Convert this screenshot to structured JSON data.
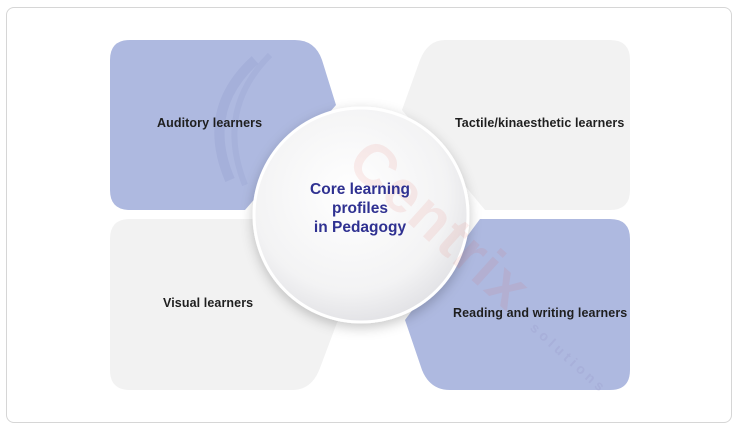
{
  "diagram": {
    "center": {
      "lines": [
        "Core learning",
        "profiles",
        "in Pedagogy"
      ]
    },
    "quadrants": [
      {
        "label": "Auditory learners"
      },
      {
        "label": "Tactile/kinaesthetic learners"
      },
      {
        "label": "Visual learners"
      },
      {
        "label": "Reading and writing learners"
      }
    ],
    "watermark": {
      "brand": "Centrix",
      "tag": "solutions"
    },
    "colors": {
      "accent_fill": "#aeb9e0",
      "neutral_fill": "#f2f2f2",
      "title_color": "#2f3191",
      "label_color": "#1f1f1f"
    }
  }
}
